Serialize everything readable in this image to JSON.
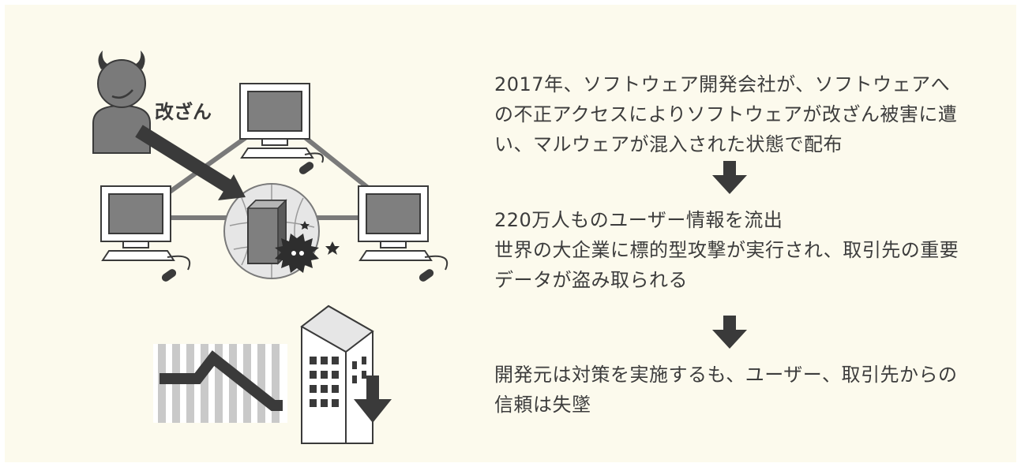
{
  "illustration": {
    "attacker_label": "改ざん",
    "icons": [
      "devil-attacker-icon",
      "computer-icon",
      "server-icon",
      "malware-icon",
      "declining-chart-icon",
      "building-down-icon"
    ]
  },
  "steps": [
    {
      "text": "2017年、ソフトウェア開発会社が、ソフトウェアへ\nの不正アクセスによりソフトウェアが改ざん被害に遭\nい、マルウェアが混入された状態で配布"
    },
    {
      "text": "220万人ものユーザー情報を流出\n世界の大企業に標的型攻撃が実行され、取引先の重要\nデータが盗み取られる"
    },
    {
      "text": "開発元は対策を実施するも、ユーザー、取引先からの\n信頼は失墜"
    }
  ],
  "colors": {
    "background": "#fcfaed",
    "dark": "#3a3a3a",
    "mid": "#7a7a7a",
    "light": "#b5b5b5"
  }
}
